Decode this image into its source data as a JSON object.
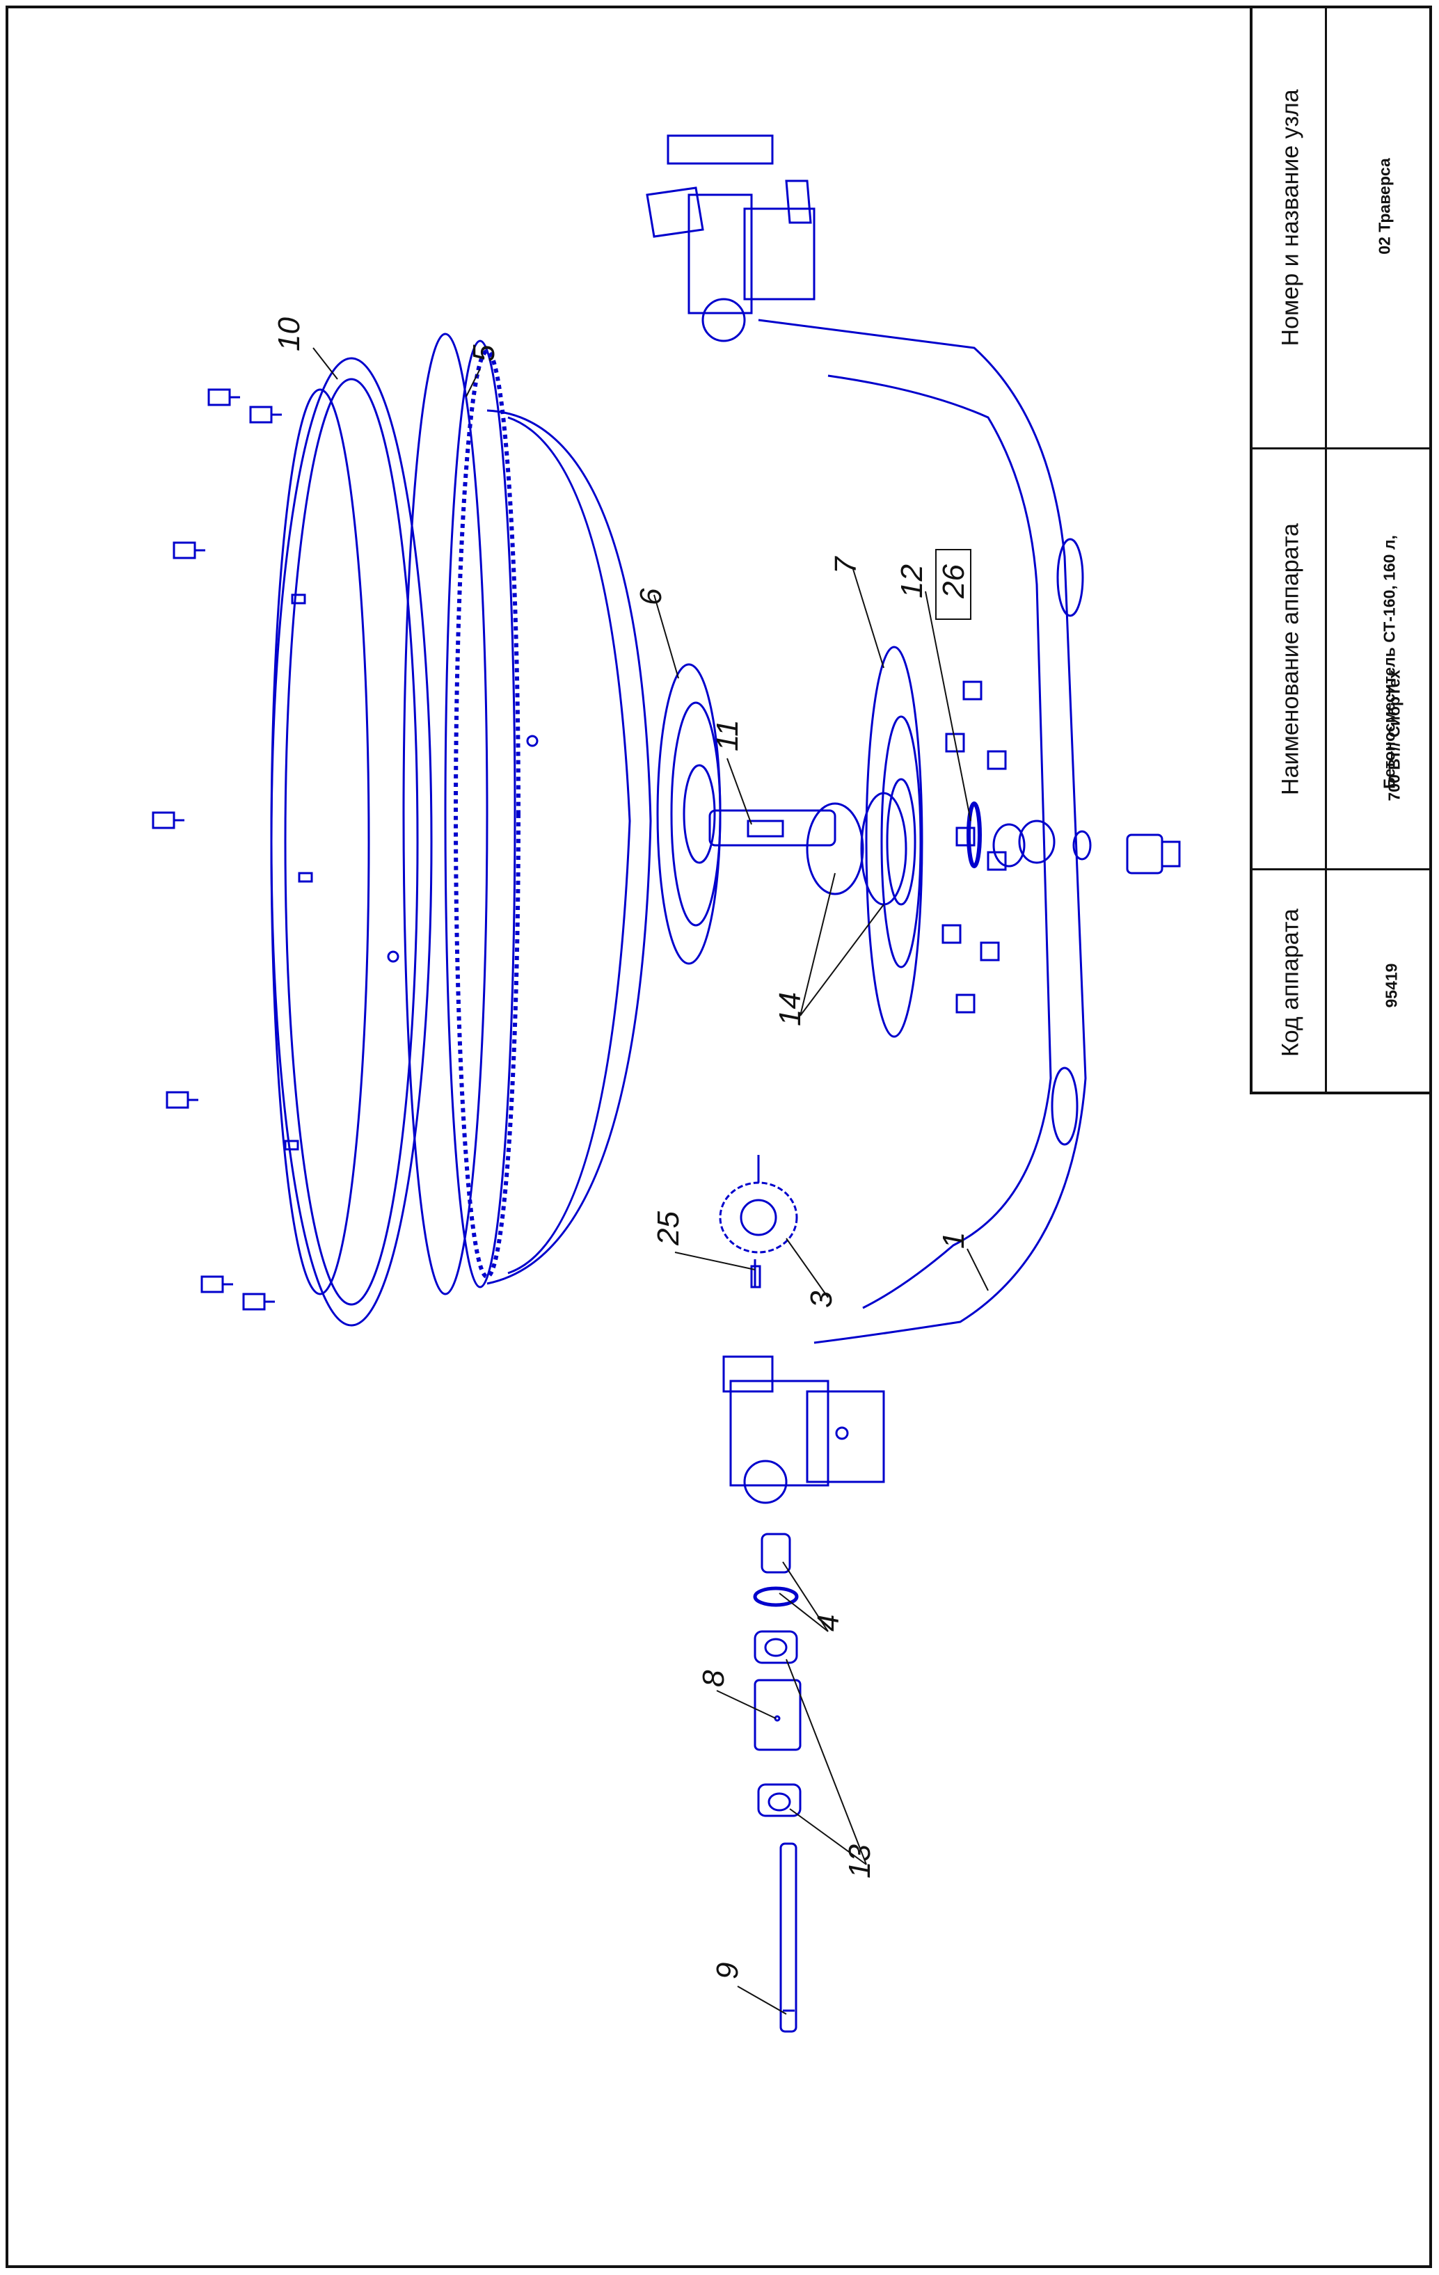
{
  "title_block": {
    "headers": {
      "code": "Код аппарата",
      "name": "Наименование аппарата",
      "node": "Номер и название узла"
    },
    "values": {
      "code": "95419",
      "name_line1": "Бетоносмеситель СТ-160, 160 л,",
      "name_line2": "700 Вт// СибрТех",
      "node": "02 Траверса"
    }
  },
  "callouts": {
    "c1": "1",
    "c3": "3",
    "c4": "4",
    "c5": "5",
    "c6": "6",
    "c7": "7",
    "c8": "8",
    "c9": "9",
    "c10": "10",
    "c11": "11",
    "c12": "12",
    "c13": "13",
    "c14": "14",
    "c25": "25",
    "c26": "26"
  },
  "colors": {
    "line": "#0000cc",
    "frame": "#111111"
  }
}
